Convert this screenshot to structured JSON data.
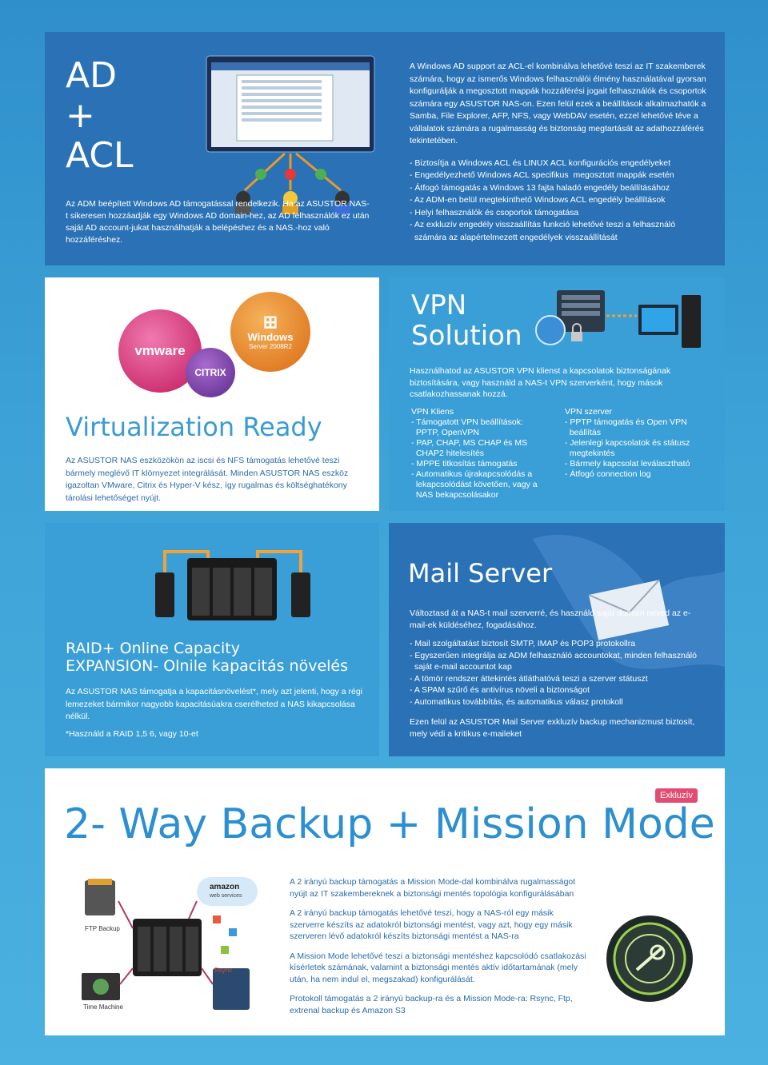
{
  "ad": {
    "big_lines": [
      "AD",
      "+",
      "ACL"
    ],
    "intro": "Az ADM beépített Windows AD támogatással rendelkezik. Ha az ASUSTOR NAS-t sikeresen hozzáadják egy Windows AD domain-hez, az AD felhasználók ez után saját AD account-jukat használhatják a belépéshez és a NAS.-hoz való hozzáféréshez.",
    "para1": "A Windows AD support az ACL-el kombinálva lehetővé teszi az IT szakemberek számára, hogy az ismerős Windows felhasználói élmény használatával gyorsan konfigurálják a megosztott mappák hozzáférési jogait felhasználók és csoportok számára egy ASUSTOR NAS-on. Ezen felül ezek a beállítások alkalmazhatók a Samba, File Explorer, AFP, NFS, vagy WebDAV esetén, ezzel lehetővé téve a vállalatok számára a rugalmasság és biztonság megtartását az adathozzáférés tekintetében.",
    "bullets": [
      "- Biztosítja a Windows ACL és LINUX ACL konfigurációs engedélyeket",
      "- Engedélyezhető Windows ACL specifikus  megosztott mappák esetén",
      "- Átfogó támogatás a Windows 13 fajta haladó engedély beállításához",
      "- Az ADM-en belül megtekinthető Windows ACL engedély beállítások",
      "- Helyi felhasználók és csoportok támogatása",
      "- Az exkluzív engedély visszaállítás funkció lehetővé teszi a felhasználó",
      "  számára az alapértelmezett engedélyek visszaállítását"
    ]
  },
  "virtualization": {
    "logos": [
      "vmware",
      "CITRIX",
      "Windows",
      "Server 2008R2"
    ],
    "title": "Virtualization Ready",
    "desc": "Az ASUSTOR NAS eszközökön az iscsi és NFS támogatás lehetővé teszi bármely meglévő IT klörnyezet integrálását.  Minden ASUSTOR NAS eszköz igazoltan VMware, Citrix és Hyper-V kész, így rugalmas és költséghatékony tárolási lehetőséget nyújt."
  },
  "vpn": {
    "title_lines": [
      "VPN",
      "Solution"
    ],
    "desc": "Használhatod az ASUSTOR VPN klienst a kapcsolatok biztonságának biztosítására, vagy használd a NAS-t VPN szerverként, hogy mások csatlakozhassanak hozzá.",
    "client": [
      "VPN Kliens",
      "- Támogatott VPN beállítások:",
      "  PPTP, OpenVPN",
      "- PAP, CHAP, MS CHAP és MS",
      "  CHAP2 hitelesítés",
      "- MPPE titkosítás támogatás",
      "- Automatikus újrakapcsolódás a",
      "  lekapcsolódást követően, vagy a",
      "  NAS bekapcsolásakor"
    ],
    "server": [
      "VPN szerver",
      "- PPTP támogatás és Open VPN",
      "  beállítás",
      "- Jelenlegi kapcsolatok és státusz",
      "  megtekintés",
      "- Bármely kapcsolat leválasztható",
      "- Átfogó connection log"
    ]
  },
  "raid": {
    "title_lines": [
      "RAID+ Online Capacity",
      "EXPANSION- Olnile kapacitás növelés"
    ],
    "desc": "Az ASUSTOR NAS támogatja a kapacitásnövelést*, mely azt jelenti, hogy a régi lemezeket bármikor nagyobb kapacitásúakra cserélheted a NAS kikapcsolása nélkül.",
    "note": "*Használd a RAID 1,5 6, vagy 10-et"
  },
  "mail": {
    "title": "Mail Server",
    "desc": "Változtasd át a NAS-t mail szerverré, és használd saját domain neved az e-mail-ek küldéséhez, fogadásához.",
    "bullets": [
      "- Mail szolgáltatást biztosít SMTP, IMAP és POP3 protokollra",
      "- Egyszerűen integrálja az ADM felhasználó accountokat, minden felhasználó",
      "  saját e-mail accountot kap",
      "- A tömör rendszer áttekintés átláthatóvá teszi a szerver státuszt",
      "- A SPAM szűrő és antivírus növeli a biztonságot",
      "- Automatikus továbbítás, és automatikus válasz protokoll"
    ],
    "extra": "Ezen felül az ASUSTOR Mail Server exkluzív backup mechanizmust biztosít, mely védi a kritikus e-maileket"
  },
  "backup": {
    "badge": "Exkluzív",
    "title": "2- Way Backup + Mission Mode",
    "labels": [
      "FTP Backup",
      "amazon",
      "web services",
      "Time Machine",
      "Rsync"
    ],
    "paragraphs": [
      "A 2 irányú backup támogatás a Mission Mode-dal kombinálva  rugalmasságot nyújt az IT szakembereknek a biztonsági mentés topológia konfigurálásában",
      "A 2 irányú backup támogatás lehetővé teszi, hogy a NAS-ról egy másik szerverre készíts az adatokról biztonsági mentést, vagy azt, hogy egy másik szerveren lévő adatokról készíts biztonsági mentést a NAS-ra",
      "A Mission Mode lehetővé teszi a biztonsági mentéshez kapcsolódó csatlakozási kísérletek számának, valamint a biztonsági mentés aktív időtartamának (mely után, ha nem indul el, megszakad) konfigurálását.",
      "Protokoll támogatás a 2 irányú backup-ra és a Mission Mode-ra: Rsync, Ftp, extrenal backup és Amazon S3"
    ]
  },
  "colors": {
    "dark_panel": "#2a72b5",
    "mid_panel": "#3a9fd6",
    "accent_blue": "#2b8fd0",
    "badge": "#e24c73"
  }
}
